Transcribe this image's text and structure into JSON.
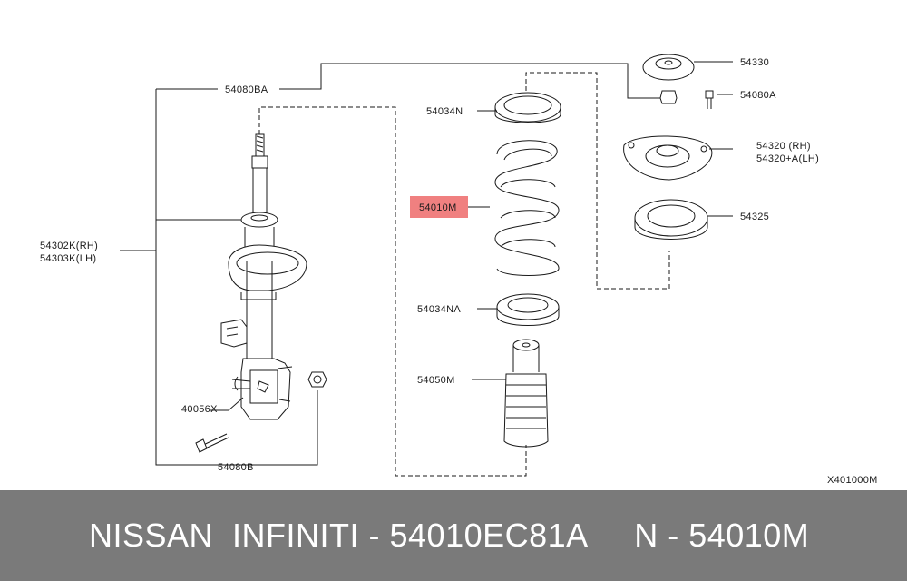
{
  "diagram": {
    "labels": {
      "p54080BA": "54080BA",
      "p54302K": "54302K(RH)",
      "p54303K": "54303K(LH)",
      "p40056X": "40056X",
      "p54080B": "54080B",
      "p54034N": "54034N",
      "p54010M": "54010M",
      "p54034NA": "54034NA",
      "p54050M": "54050M",
      "p54330": "54330",
      "p54080A": "54080A",
      "p54320": "54320 (RH)",
      "p54320A": "54320+A(LH)",
      "p54325": "54325"
    },
    "highlighted_part": "54010M",
    "highlight_color": "#f08080",
    "diagram_code": "X401000M"
  },
  "footer": {
    "text": "NISSAN  INFINITI - 54010EC81A     N - 54010M",
    "background": "#7a7a7a"
  }
}
